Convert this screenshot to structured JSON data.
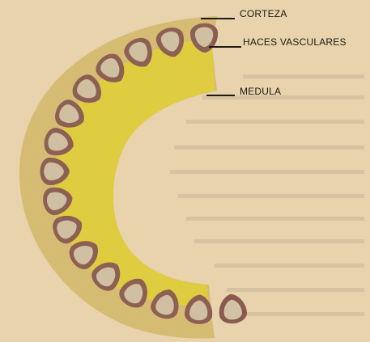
{
  "diagram": {
    "labels": {
      "corteza": "CORTEZA",
      "haces_vasculares": "HACES VASCULARES",
      "medula": "MEDULA"
    },
    "colors": {
      "page_background": "#e8d3ad",
      "corteza": "#d9bf72",
      "medula": "#e3d13a",
      "vascular_bundle_rim": "#8a5a50",
      "vascular_bundle_fill": "#d2c3a5",
      "background_text": "#b9a68a"
    },
    "bundle_count": 16
  }
}
